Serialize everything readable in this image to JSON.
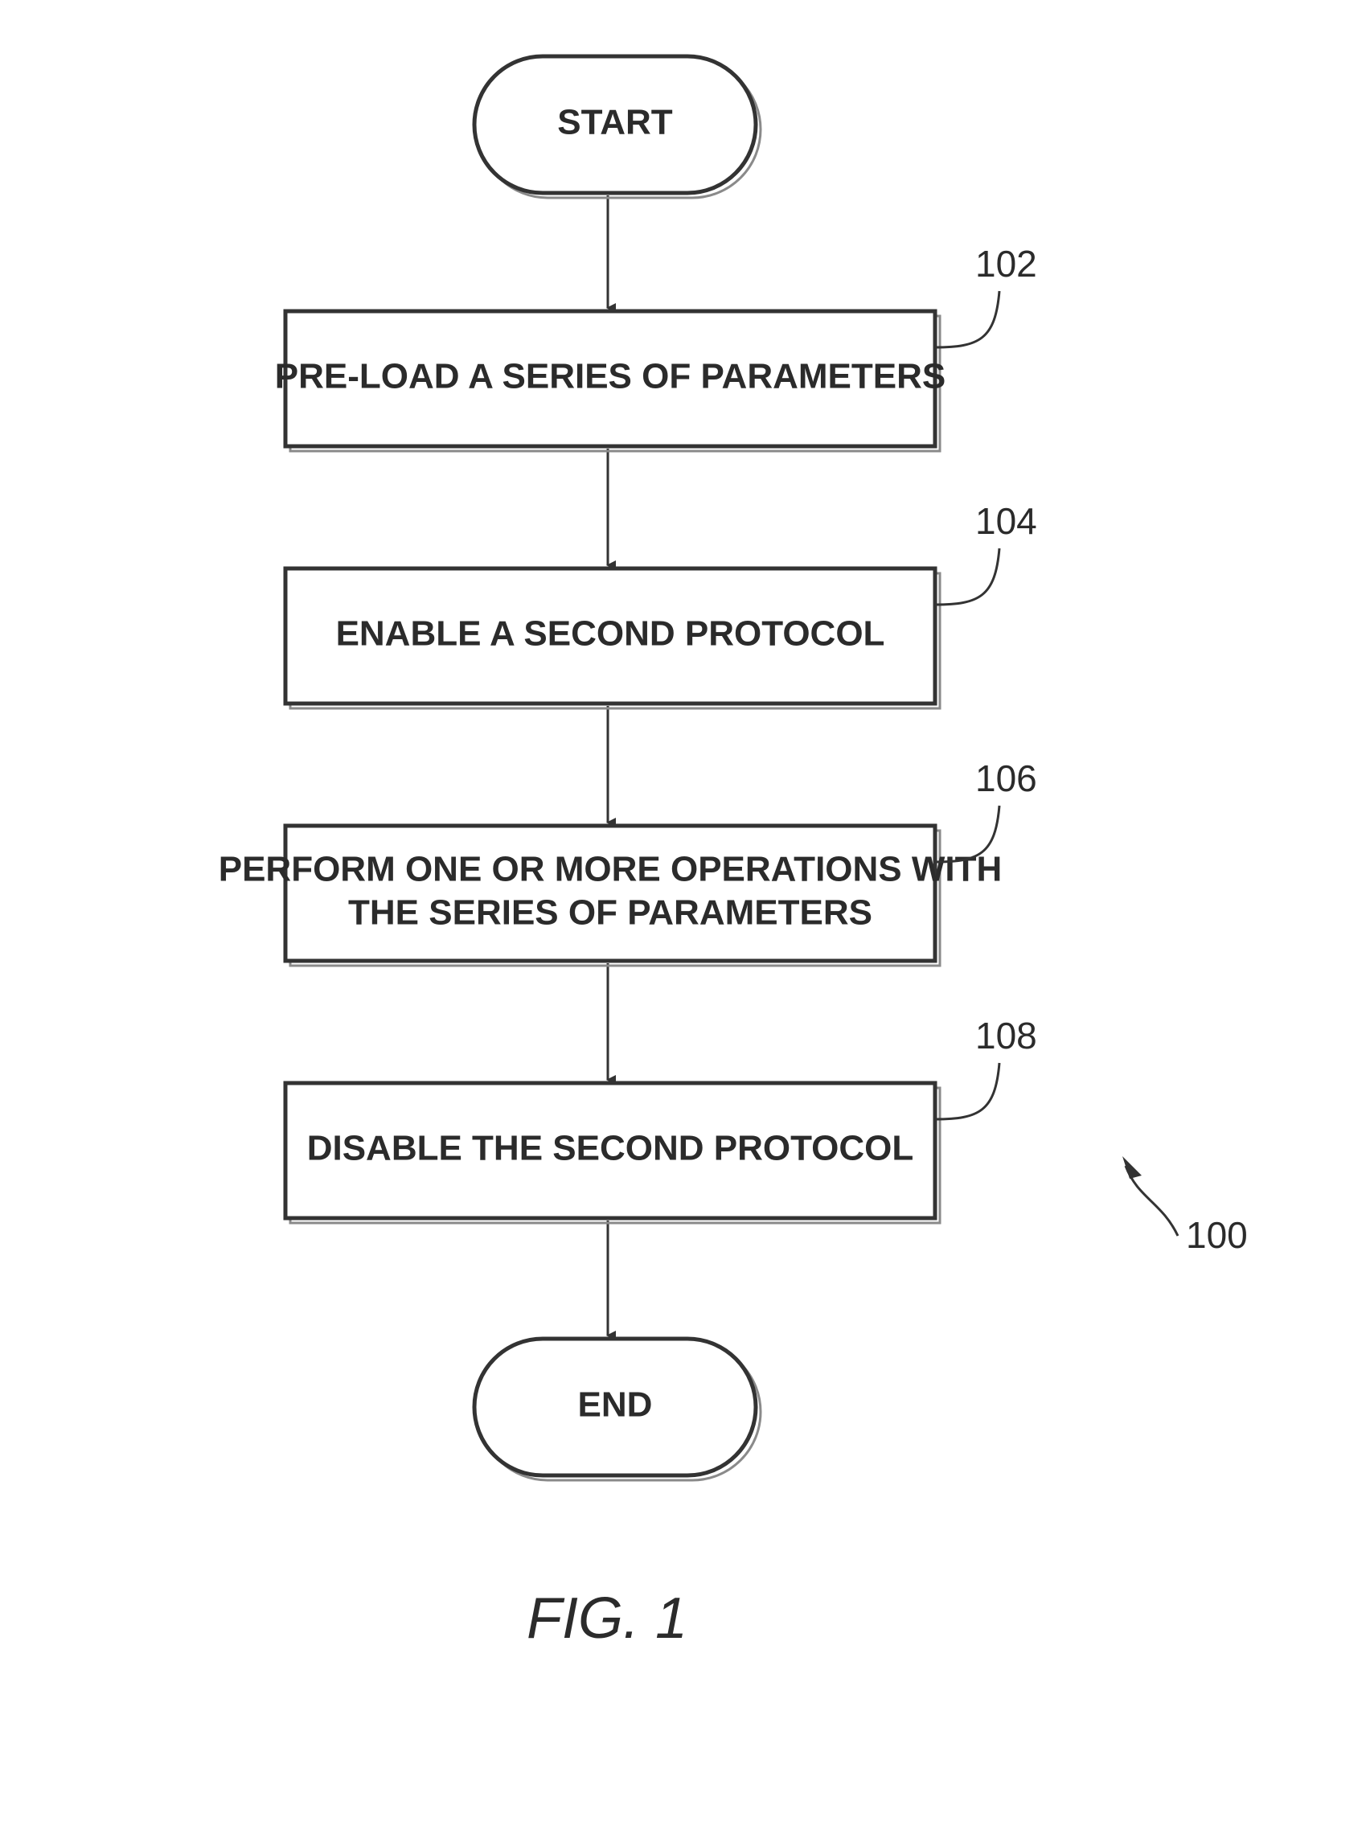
{
  "nodes": [
    {
      "id": "start",
      "kind": "terminal",
      "label_lines": [
        "START"
      ]
    },
    {
      "id": "step102",
      "kind": "process",
      "ref": "102",
      "label_lines": [
        "PRE-LOAD A SERIES OF PARAMETERS"
      ]
    },
    {
      "id": "step104",
      "kind": "process",
      "ref": "104",
      "label_lines": [
        "ENABLE A SECOND PROTOCOL"
      ]
    },
    {
      "id": "step106",
      "kind": "process",
      "ref": "106",
      "label_lines": [
        "PERFORM ONE OR MORE OPERATIONS WITH",
        "THE SERIES OF PARAMETERS"
      ]
    },
    {
      "id": "step108",
      "kind": "process",
      "ref": "108",
      "label_lines": [
        "DISABLE THE SECOND PROTOCOL"
      ]
    },
    {
      "id": "end",
      "kind": "terminal",
      "label_lines": [
        "END"
      ]
    }
  ],
  "edges": [
    {
      "from": "start",
      "to": "step102"
    },
    {
      "from": "step102",
      "to": "step104"
    },
    {
      "from": "step104",
      "to": "step106"
    },
    {
      "from": "step106",
      "to": "step108"
    },
    {
      "from": "step108",
      "to": "end"
    }
  ],
  "figure_ref": "100",
  "caption": "FIG. 1"
}
